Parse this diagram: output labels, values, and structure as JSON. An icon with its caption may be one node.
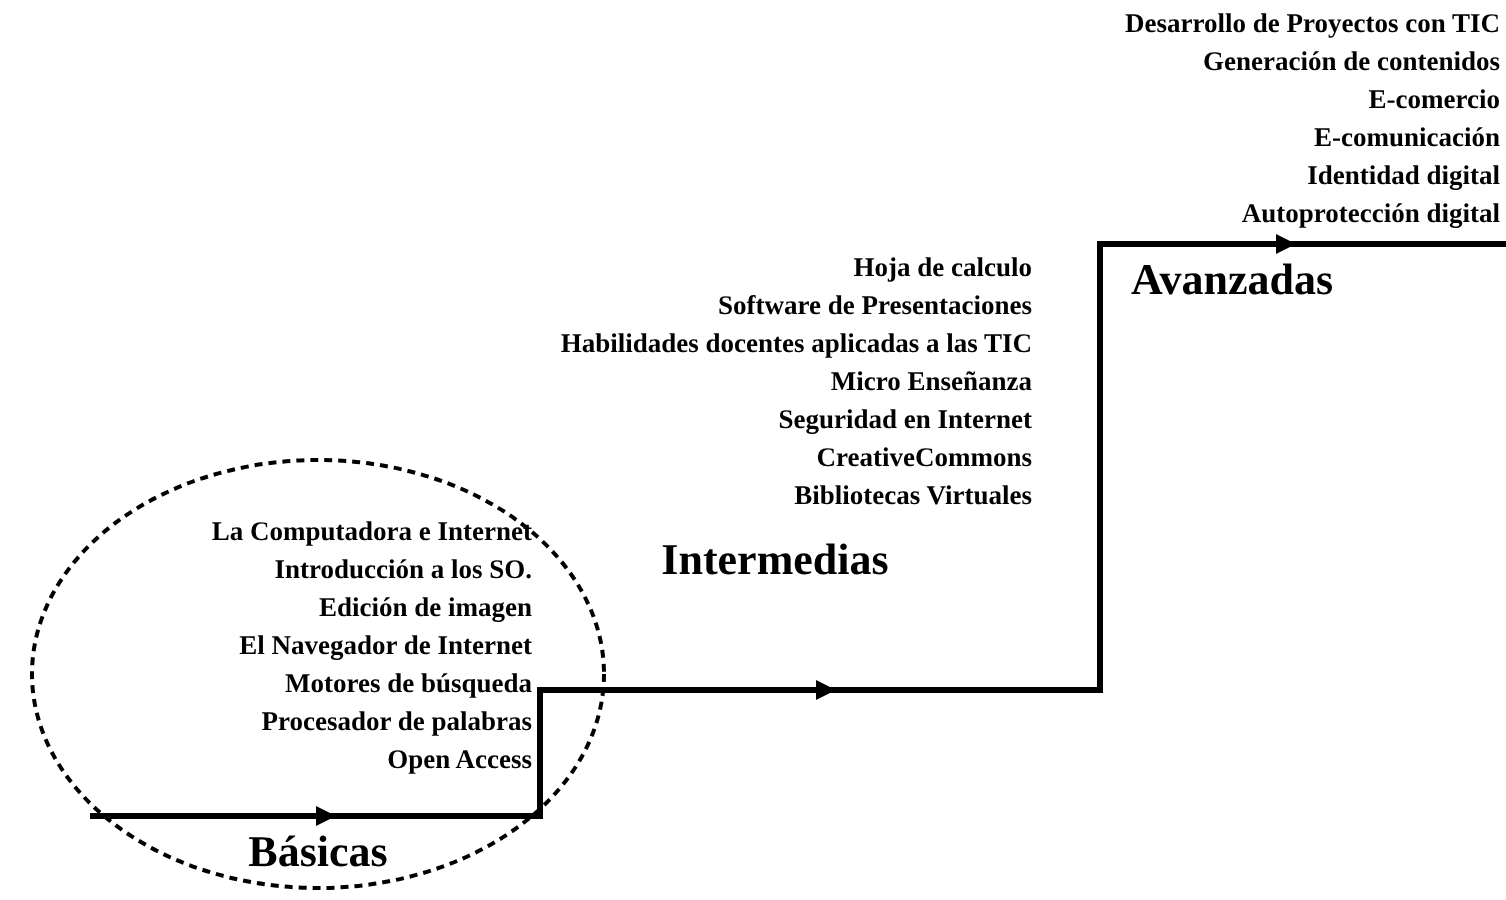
{
  "diagram": {
    "nodes": [
      {
        "text": [
          "La Computadora e Internet",
          "Introducción a los SO.",
          "Edición de imagen",
          "El Navegador de Internet",
          "Motores de búsqueda",
          "Procesador de palabras",
          "Open Access",
          "Básicas"
        ]
      },
      {
        "text": [
          "Hoja de calculo",
          "Software de Presentaciones",
          "Habilidades docentes aplicadas a las TIC",
          "Micro Enseñanza",
          "Seguridad en Internet",
          "CreativeCommons",
          "Bibliotecas Virtuales",
          "Intermedias"
        ]
      },
      {
        "text": [
          "Desarrollo de Proyectos con TIC",
          "Generación de contenidos",
          "E-comercio",
          "E-comunicación",
          "Identidad digital",
          "Autoprotección digital",
          "Avanzadas"
        ]
      }
    ]
  }
}
